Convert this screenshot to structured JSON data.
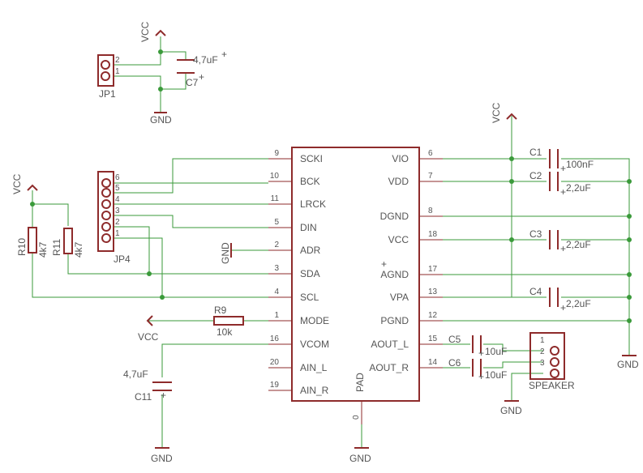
{
  "ic": {
    "pins_left": [
      {
        "num": "9",
        "name": "SCKI"
      },
      {
        "num": "10",
        "name": "BCK"
      },
      {
        "num": "11",
        "name": "LRCK"
      },
      {
        "num": "5",
        "name": "DIN"
      },
      {
        "num": "2",
        "name": "ADR"
      },
      {
        "num": "3",
        "name": "SDA"
      },
      {
        "num": "4",
        "name": "SCL"
      },
      {
        "num": "1",
        "name": "MODE"
      },
      {
        "num": "16",
        "name": "VCOM"
      },
      {
        "num": "20",
        "name": "AIN_L"
      },
      {
        "num": "19",
        "name": "AIN_R"
      }
    ],
    "pins_right": [
      {
        "num": "6",
        "name": "VIO"
      },
      {
        "num": "7",
        "name": "VDD"
      },
      {
        "num": "8",
        "name": "DGND"
      },
      {
        "num": "18",
        "name": "VCC"
      },
      {
        "num": "17",
        "name": "AGND"
      },
      {
        "num": "13",
        "name": "VPA"
      },
      {
        "num": "12",
        "name": "PGND"
      },
      {
        "num": "15",
        "name": "AOUT_L"
      },
      {
        "num": "14",
        "name": "AOUT_R"
      }
    ],
    "pad_label": "PAD",
    "pad_num": "0",
    "plus": "+"
  },
  "jp1": {
    "name": "JP1",
    "pins": [
      "2",
      "1"
    ]
  },
  "jp4": {
    "name": "JP4",
    "pins": [
      "6",
      "5",
      "4",
      "3",
      "2",
      "1"
    ]
  },
  "speaker": {
    "name": "SPEAKER",
    "pins": [
      "1",
      "2",
      "3"
    ]
  },
  "resistors": {
    "r10": {
      "name": "R10",
      "value": "4k7"
    },
    "r11": {
      "name": "R11",
      "value": "4k7"
    },
    "r9": {
      "name": "R9",
      "value": "10k"
    }
  },
  "caps": {
    "c7": {
      "name": "C7",
      "value": "4,7uF"
    },
    "c1": {
      "name": "C1",
      "value": "100nF"
    },
    "c2": {
      "name": "C2",
      "value": "2,2uF"
    },
    "c3": {
      "name": "C3",
      "value": "2,2uF"
    },
    "c4": {
      "name": "C4",
      "value": "2,2uF"
    },
    "c5": {
      "name": "C5",
      "value": "10uF"
    },
    "c6": {
      "name": "C6",
      "value": "10uF"
    },
    "c11": {
      "name": "C11",
      "value": "4,7uF"
    }
  },
  "supplies": {
    "vcc": "VCC",
    "gnd": "GND",
    "plus": "+"
  }
}
